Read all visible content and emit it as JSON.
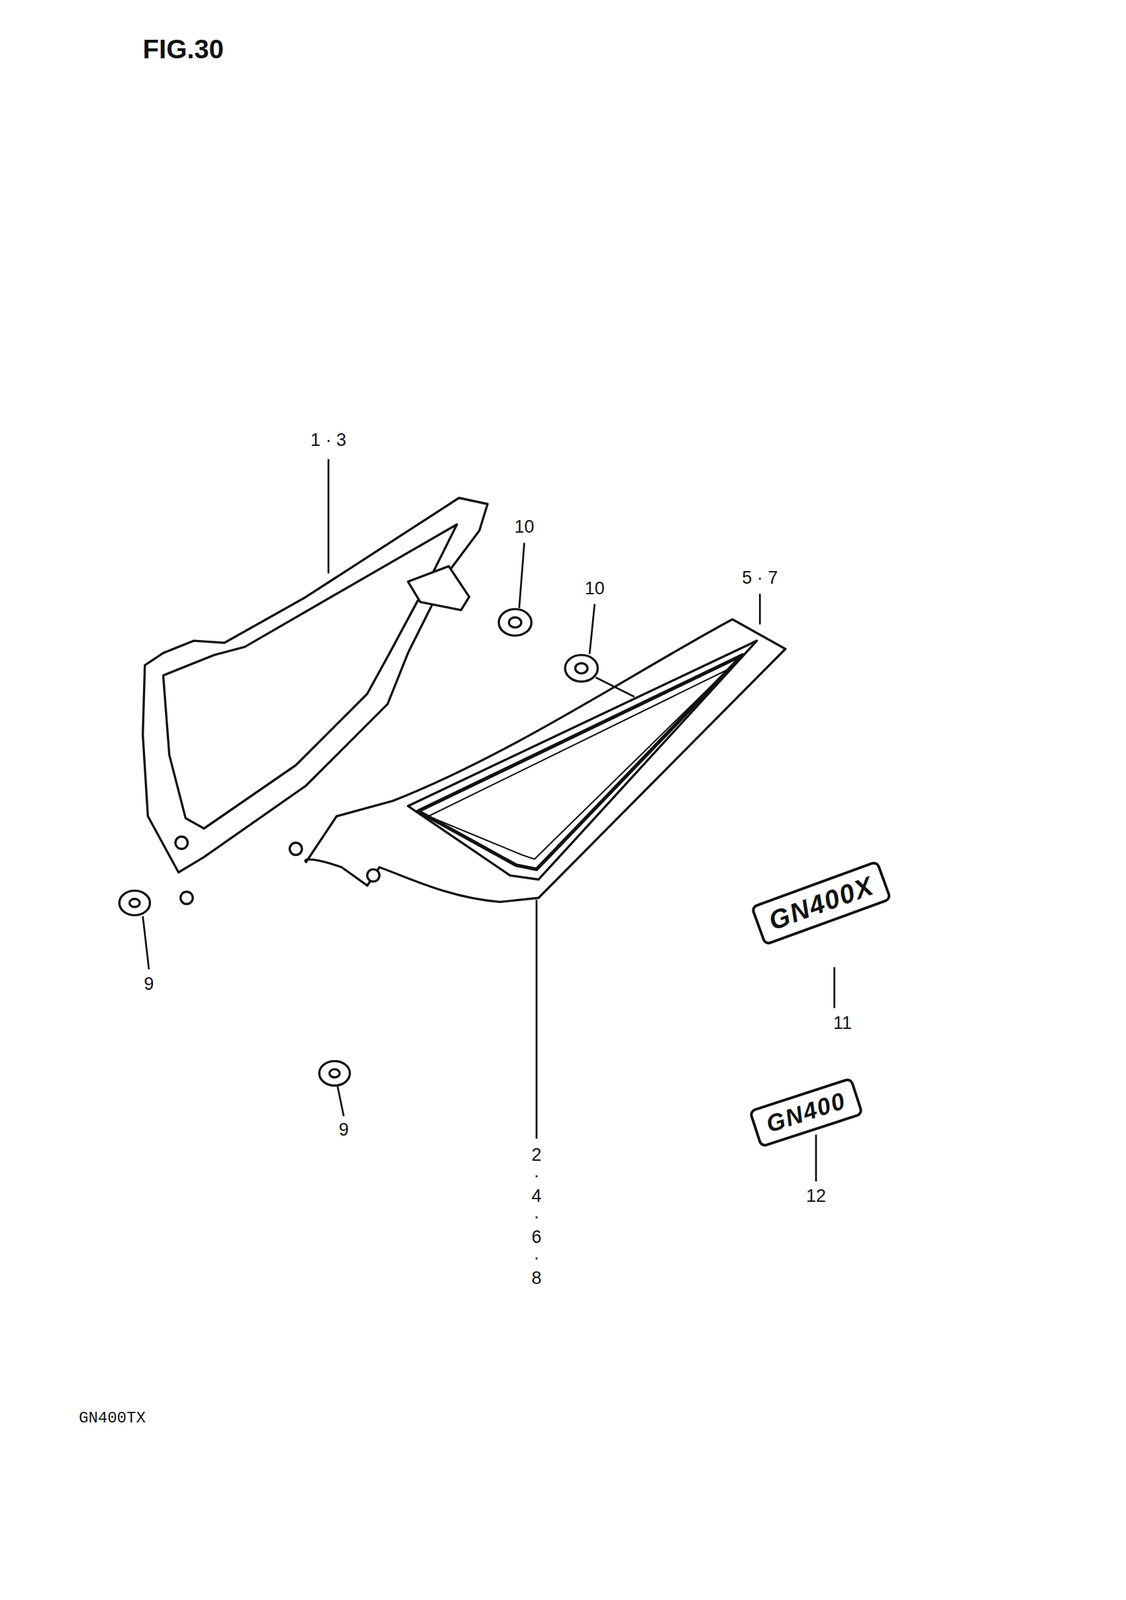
{
  "diagram": {
    "title": "FIG.30",
    "labels": [
      "1 · 3",
      "10",
      "10",
      "5 · 7",
      "9",
      "9",
      "2·4·6·8",
      "11",
      "12",
      "GN400X",
      "GN400",
      "GN400TX"
    ]
  }
}
